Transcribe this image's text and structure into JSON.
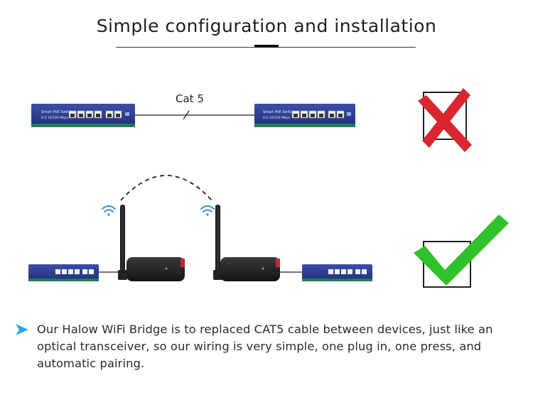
{
  "title": "Simple configuration and installation",
  "cable_label": "Cat 5",
  "switch_label_top": "Smart PoE Switch",
  "switch_label_bottom": "6-S  10/100 Mbps",
  "description": "Our Halow WiFi Bridge is to replaced CAT5 cable between devices, just like an optical transceiver, so our wiring is very simple, one plug in, one press, and automatic pairing.",
  "colors": {
    "switch_body": "#2f3f8f",
    "wrong_mark": "#d9262f",
    "right_mark": "#2ec22a",
    "bullet": "#2aa6e8"
  }
}
